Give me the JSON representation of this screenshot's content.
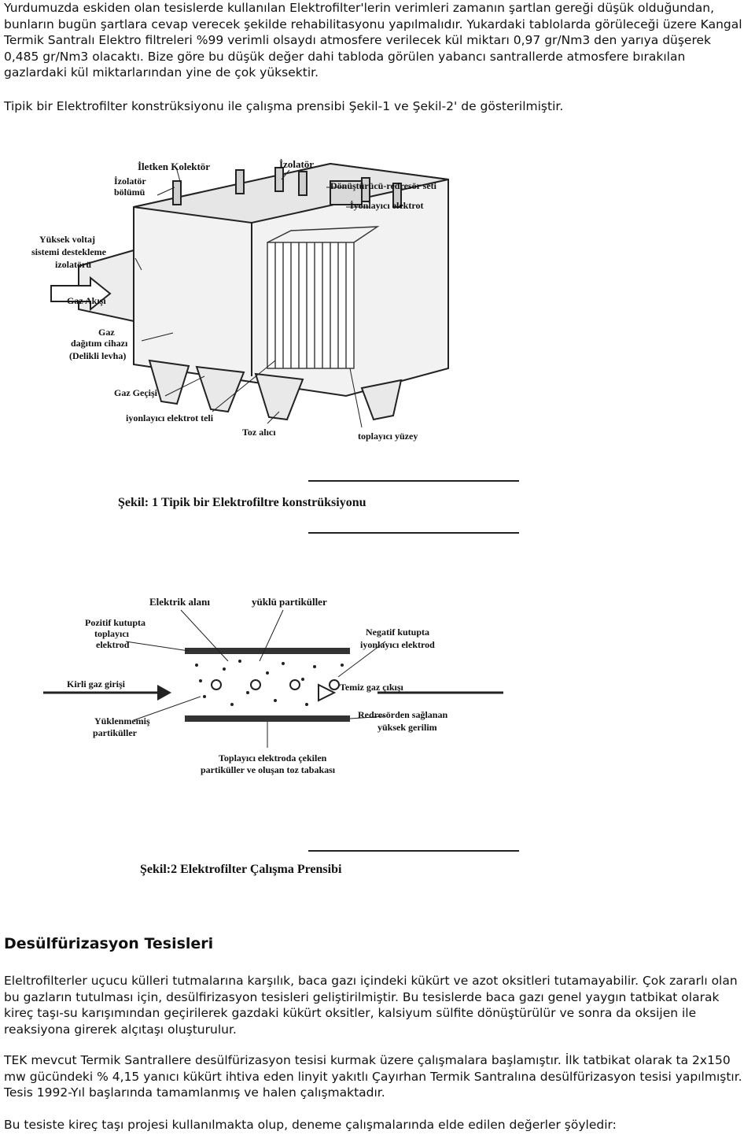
{
  "intro": {
    "p1": "Yurdumuzda eskiden olan tesislerde kullanılan Elektrofilter'lerin verimleri zamanın şartlan gereği düşük olduğundan, bunların bugün şartlara cevap verecek şekilde rehabilitasyonu yapılmalıdır. Yukardaki tablolarda görüleceği üzere Kangal Termik Santralı Elektro filtreleri %99 verimli olsaydı atmosfere verilecek kül miktarı 0,97 gr/Nm3 den yarıya düşerek 0,485 gr/Nm3 olacaktı. Bize göre bu düşük değer dahi tabloda görülen yabancı santrallerde atmosfere bırakılan gazlardaki kül miktarlarından yine de çok yüksektir.",
    "p2": "Tipik bir Elektrofilter konstrüksiyonu ile çalışma prensibi Şekil-1 ve Şekil-2' de gösterilmiştir."
  },
  "figure1": {
    "labels": {
      "iletken_kolektor": "İletken Kolektör",
      "izolator": "İzolatör",
      "izolator_bolumu_1": "İzolatör",
      "izolator_bolumu_2": "bölümü",
      "donusturucu": "Dönüştürücü-redresör seti",
      "iyonlayici": "İyonlayıcı elektrot",
      "yuksek_1": "Yüksek voltaj",
      "yuksek_2": "sistemi destekleme",
      "yuksek_3": "izolatörü",
      "gaz_akisi": "Gaz Akışı",
      "gaz_dagitim_1": "Gaz",
      "gaz_dagitim_2": "dağıtım cihazı",
      "gaz_dagitim_3": "(Delikli levha)",
      "gaz_gecisi": "Gaz Geçişi",
      "iyon_teli": "iyonlayıcı elektrot teli",
      "toz_alici": "Toz alıcı",
      "toplayici_yuzey": "toplayıcı yüzey"
    },
    "caption": "Şekil: 1 Tipik bir Elektrofiltre konstrüksiyonu"
  },
  "figure2": {
    "labels": {
      "elektrik_alani": "Elektrik alanı",
      "yuklu": "yüklü partiküller",
      "pozitif_1": "Pozitif kutupta",
      "pozitif_2": "toplayıcı",
      "pozitif_3": "elektrod",
      "negatif_1": "Negatif kutupta",
      "negatif_2": "iyonlayıcı elektrod",
      "kirli": "Kirli gaz girişi",
      "temiz": "Temiz gaz çıkışı",
      "yuklenmemis_1": "Yüklenmemiş",
      "yuklenmemis_2": "partiküller",
      "redresor_1": "Redresörden sağlanan",
      "redresor_2": "yüksek gerilim",
      "toplayici_1": "Toplayıcı elektroda çekilen",
      "toplayici_2": "partiküller ve oluşan toz tabakası"
    },
    "caption": "Şekil:2 Elektrofilter Çalışma Prensibi"
  },
  "section": {
    "heading": "Desülfürizasyon Tesisleri",
    "p1": "Eleltrofilterler uçucu külleri tutmalarına karşılık, baca gazı içindeki kükürt ve azot oksitleri tutamayabilir. Çok zararlı olan bu gazların tutulması için, desülfirizasyon tesisleri geliştirilmiştir. Bu tesislerde baca gazı genel yaygın tatbikat olarak kireç taşı-su karışımından geçirilerek gazdaki kükürt oksitler, kalsiyum sülfite dönüştürülür ve sonra da oksijen ile reaksiyona girerek alçıtaşı oluşturulur.",
    "p2": "TEK mevcut Termik Santrallere desülfürizasyon tesisi kurmak üzere çalışmalara başlamıştır. İlk tatbikat olarak ta 2x150 mw gücündeki % 4,15 yanıcı kükürt ihtiva eden linyit yakıtlı Çayırhan Termik Santralına desülfürizasyon tesisi yapılmıştır. Tesis 1992-Yıl başlarında tamamlanmış ve halen çalışmaktadır.",
    "p3": "Bu tesiste kireç taşı projesi kullanılmakta olup, deneme çalışmalarında elde edilen değerler şöyledir:"
  }
}
